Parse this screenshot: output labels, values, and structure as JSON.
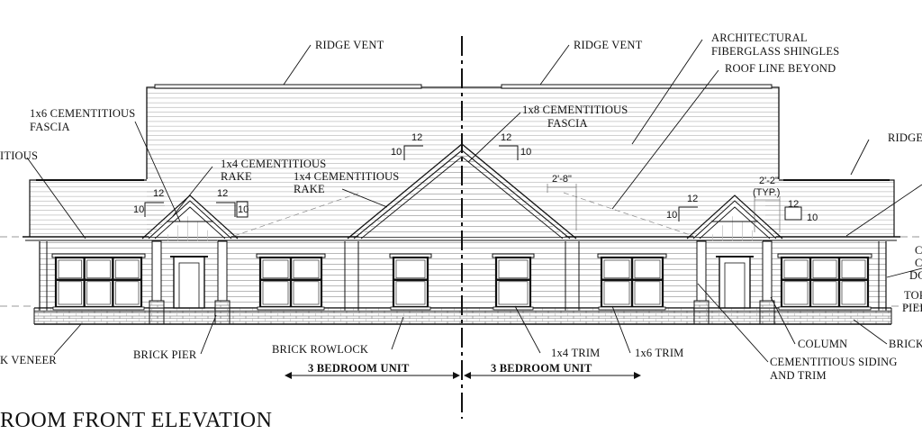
{
  "title": "ROOM FRONT ELEVATION",
  "units": [
    "3 BEDROOM UNIT",
    "3 BEDROOM UNIT"
  ],
  "callouts": {
    "ridge_vent_left": "RIDGE VENT",
    "ridge_vent_right": "RIDGE VENT",
    "shingles_line1": "ARCHITECTURAL",
    "shingles_line2": "FIBERGLASS SHINGLES",
    "roof_line_beyond": "ROOF LINE BEYOND",
    "fascia_1x6_line1": "1x6 CEMENTITIOUS",
    "fascia_1x6_line2": "FASCIA",
    "fascia_1x8_line1": "1x8 CEMENTITIOUS",
    "fascia_1x8_line2": "FASCIA",
    "rake_1_line1": "1x4 CEMENTITIOUS",
    "rake_1_line2": "RAKE",
    "rake_2_line1": "1x4 CEMENTITIOUS",
    "rake_2_line2": "RAKE",
    "left_cut": "ITIOUS",
    "right_ridge_cut": "RIDGE",
    "brick_veneer_cut": "K VENEER",
    "brick_pier": "BRICK PIER",
    "brick_rowlock": "BRICK ROWLOCK",
    "trim_1x4": "1x4 TRIM",
    "trim_1x6": "1x6 TRIM",
    "column": "COLUMN",
    "brick_right_cut": "BRICK",
    "siding_line1": "CEMENTITIOUS SIDING",
    "siding_line2": "AND TRIM",
    "right_cut_1": "C",
    "right_cut_2": "C",
    "right_cut_3": "DO",
    "right_cut_4": "TOP",
    "right_cut_5": "PIER"
  },
  "pitch": {
    "rise": "12",
    "run": "10"
  },
  "dimensions": {
    "d1": "2'-8\"",
    "d2": "2'-2\"",
    "d2_note": "(TYP.)"
  }
}
